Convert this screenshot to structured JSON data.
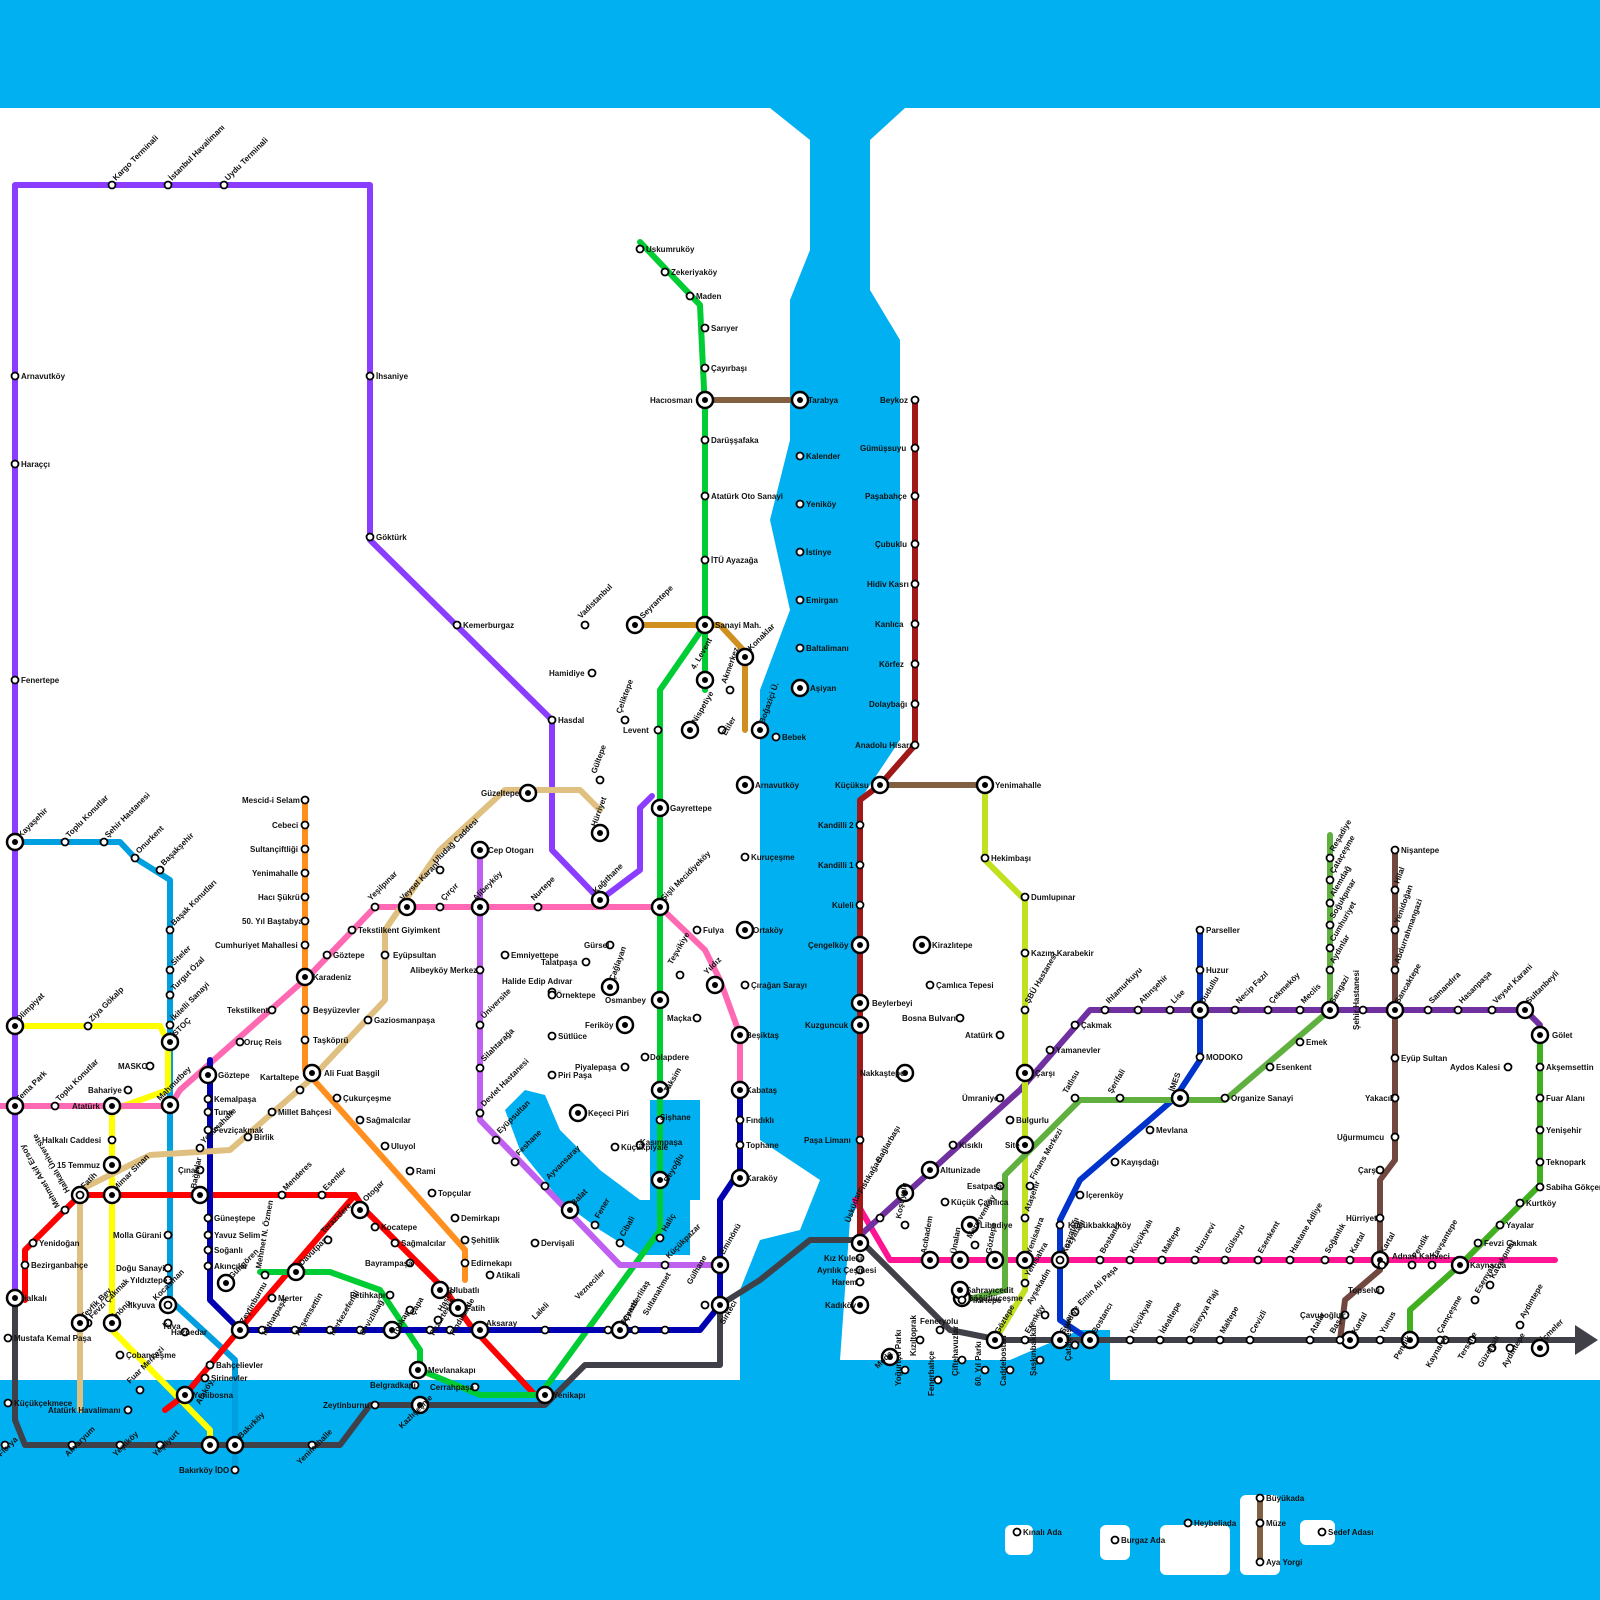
{
  "map": {
    "colors": {
      "water": "#00b0f0",
      "land": "#ffffff",
      "M1": "#ff0000",
      "M2": "#00cc33",
      "M3": "#00a0e0",
      "M4": "#ff1493",
      "M5": "#7030a0",
      "M6": "#a06020",
      "M7": "#ff69b4",
      "M8": "#0033cc",
      "M9": "#ffff00",
      "M11": "#8b3dff",
      "Marmaray": "#404048",
      "T1": "#0000b0",
      "T4": "#c060f0",
      "T5": "#e0c080",
      "F1": "#806040",
      "B1": "#a01818",
      "B2": "#c0e020",
      "G1": "#60b040",
      "O1": "#ff9020",
      "K": "#d09020",
      "T3": "#00ffff"
    },
    "stations": {
      "st000": "Kargo Terminali",
      "st001": "İstanbul Havalimanı",
      "st002": "Uydu Terminali",
      "st003": "Arnavutköy",
      "st004": "Haraççı",
      "st005": "Fenertepe",
      "st006": "Kayaşehir",
      "st007": "Toplu Konutlar",
      "st008": "Şehir Hastanesi",
      "st009": "Onurkent",
      "st010": "Başakşehir",
      "st011": "Başak Konutları",
      "st012": "Siteler",
      "st013": "Turgut Özal",
      "st014": "İkitelli Sanayi",
      "st015": "İSTOÇ",
      "st016": "MASKO",
      "st017": "Olimpiyat",
      "st018": "Ziya Gökalp",
      "st019": "Tema Park",
      "st020": "Toplu Konutlar",
      "st021": "Atatürk",
      "st022": "Bahariye",
      "st023": "Halkalı Caddesi",
      "st024": "15 Temmuz",
      "st025": "Mimar Sinan",
      "st026": "Mahmutbey",
      "st027": "Yenimahalle",
      "st028": "İhsaniye",
      "st029": "Göktürk",
      "st030": "Kemerburgaz",
      "st031": "Hasdal",
      "st032": "Halkalı Üniversite",
      "st033": "Fatih",
      "st034": "Mehmet Akif Ersoy",
      "st035": "Yenidoğan",
      "st036": "Bezirganbahçe",
      "st037": "Halkalı",
      "st038": "Mustafa Kemal Paşa",
      "st039": "Fevzi Çakmak",
      "st040": "Tevfik Bey",
      "st041": "İnönü",
      "st042": "Küçükçekmece",
      "st043": "Florya",
      "st044": "Akvaryum",
      "st045": "Yeşilköy",
      "st046": "Yeşilyurt",
      "st047": "Ataköy",
      "st048": "Bakırköy",
      "st049": "Bakırköy İDO",
      "st050": "Yenimahalle",
      "st051": "Zeytinburnu",
      "st052": "Kazlıçeşme",
      "st053": "Mescid-i Selam",
      "st054": "Cebeci",
      "st055": "Sultançiftliği",
      "st056": "Yenimahalle",
      "st057": "Hacı Şükrü",
      "st058": "50. Yıl Baştabya",
      "st059": "Cumhuriyet Mahallesi",
      "st060": "Karadeniz",
      "st061": "Tekstilkent",
      "st062": "Beşyüzevler",
      "st063": "Taşköprü",
      "st064": "Ali Fuat Başgil",
      "st065": "Çukurçeşme",
      "st066": "Sağmalcılar",
      "st067": "Uluyol",
      "st068": "Rami",
      "st069": "Topçular",
      "st070": "Demirkapı",
      "st071": "Şehitlik",
      "st072": "Edirnekapı",
      "st073": "Ulubatlı",
      "st074": "Göztepe",
      "st075": "Kemalpaşa",
      "st076": "Tuna",
      "st077": "Fevziçakmak",
      "st078": "Çınar",
      "st079": "Oruç Reis",
      "st080": "Millet Bahçesi",
      "st081": "Kartaltepe",
      "st082": "Birlik",
      "st083": "Menderes",
      "st084": "Esenler",
      "st085": "Otogar",
      "st086": "Kocatepe",
      "st087": "Sağmalcılar",
      "st088": "Bayrampaşa",
      "st089": "Güneştepe",
      "st090": "Yavuz Selim",
      "st091": "Soğanlı",
      "st092": "Akıncılar",
      "st093": "Güngören",
      "st094": "Merter",
      "st095": "Davutpaşa",
      "st096": "Mehmet N. Özmen",
      "st097": "Terazidere",
      "st098": "Bağcılar",
      "st099": "Molla Gürani",
      "st100": "Doğu Sanayi",
      "st101": "Yıldıztepe",
      "st102": "Kocasinan",
      "st103": "Yuva",
      "st104": "Haznedar",
      "st105": "İlkyuva",
      "st106": "Çobançeşme",
      "st107": "Bahçelievler",
      "st108": "Şirinevler",
      "st109": "Yenibosna",
      "st110": "Fuar Merkezi",
      "st111": "Atatürk Havalimanı",
      "st112": "Zeytinburnu",
      "st113": "Mithatpaşa",
      "st114": "Akşemsettin",
      "st115": "Merkezefendi",
      "st116": "Cevizlibağ",
      "st117": "Topkapı",
      "st118": "Pazartekke",
      "st119": "Fetihkapı",
      "st120": "Çapa",
      "st121": "Fındıkzade",
      "st122": "Haseki",
      "st123": "Aksaray",
      "st124": "Laleli",
      "st125": "Beyazıt",
      "st126": "Vezneciler",
      "st127": "Çemberlitaş",
      "st128": "Sultanahmet",
      "st129": "Gülhane",
      "st130": "Sirkeci",
      "st131": "Eminönü",
      "st132": "Mevlanakapı",
      "st133": "Cerrahpaşa",
      "st134": "Belgradkapı",
      "st135": "Yenikapı",
      "st136": "Fatih",
      "st137": "Atikali",
      "st138": "Dervişali",
      "st139": "Balat",
      "st140": "Fener",
      "st141": "Cibali",
      "st142": "Küçükpazar",
      "st143": "Ayvansaray",
      "st144": "Feshane",
      "st145": "Eyüpsultan",
      "st146": "Devlet Hastanesi",
      "st147": "Silahtarağa",
      "st148": "Üniversite",
      "st149": "Alibeyköy Merkez",
      "st150": "Alibeyköy",
      "st151": "Çırçır",
      "st152": "Veysel Karani",
      "st153": "Yeşilpınar",
      "st154": "Tekstilkent Giyimkent",
      "st155": "Göztepe",
      "st156": "Eyüpsultan",
      "st157": "Gaziosmanpaşa",
      "st158": "Uludağ Caddesi",
      "st159": "Cep Otogarı",
      "st160": "Güzeltepe",
      "st161": "Nurtepe",
      "st162": "Kağıthane",
      "st163": "Hürriyet",
      "st164": "Gültepe",
      "st165": "Çeliktepe",
      "st166": "Hamidiye",
      "st167": "Vadistanbul",
      "st168": "Seyrantepe",
      "st169": "Sanayi Mah.",
      "st170": "4. Levent",
      "st171": "Levent",
      "st172": "Nispetiye",
      "st173": "Etiler",
      "st174": "Boğaziçi Ü.",
      "st175": "Konaklar",
      "st176": "Akmerkez",
      "st177": "Gayrettepe",
      "st178": "Şişli Mecidiyeköy",
      "st179": "Fulya",
      "st180": "Yıldız",
      "st181": "Teşvikiye",
      "st182": "Osmanbey",
      "st183": "Maçka",
      "st184": "Beşiktaş",
      "st185": "Kabataş",
      "st186": "Fındıklı",
      "st187": "Tophane",
      "st188": "Karaköy",
      "st189": "Taksim",
      "st190": "Dolapdere",
      "st191": "Beyoğlu",
      "st192": "Haliç",
      "st193": "Şişhane",
      "st194": "Kasımpaşa",
      "st195": "Piyalepaşa",
      "st196": "Keçeci Piri",
      "st197": "Küçükpiyale",
      "st198": "Piri Paşa",
      "st199": "Sütlüce",
      "st200": "Halide Edip Adıvar",
      "st201": "Örnektepe",
      "st202": "Emniyettepe",
      "st203": "Talatpaşa",
      "st204": "Gürsel",
      "st205": "Çağlayan",
      "st206": "Feriköy",
      "st207": "Uskumruköy",
      "st208": "Zekeriyaköy",
      "st209": "Maden",
      "st210": "Sarıyer",
      "st211": "Çayırbaşı",
      "st212": "Hacıosman",
      "st213": "Darüşşafaka",
      "st214": "Atatürk Oto Sanayi",
      "st215": "İTÜ Ayazağa",
      "st216": "Tarabya",
      "st217": "Kalender",
      "st218": "Yeniköy",
      "st219": "İstinye",
      "st220": "Emirgan",
      "st221": "Baltalimanı",
      "st222": "Aşiyan",
      "st223": "Bebek",
      "st224": "Arnavutköy",
      "st225": "Kuruçeşme",
      "st226": "Ortaköy",
      "st227": "Çırağan Sarayı",
      "st228": "Beykoz",
      "st229": "Gümüşsuyu",
      "st230": "Paşabahçe",
      "st231": "Çubuklu",
      "st232": "Hidiv Kasrı",
      "st233": "Kanlıca",
      "st234": "Körfez",
      "st235": "Dolaybağı",
      "st236": "Anadolu Hisarı",
      "st237": "Küçüksu",
      "st238": "Kandilli 2",
      "st239": "Kandilli 1",
      "st240": "Kuleli",
      "st241": "Çengelköy",
      "st242": "Beylerbeyi",
      "st243": "Kuzguncuk",
      "st244": "Nakkaştepe",
      "st245": "Paşa Limanı",
      "st246": "Bağlarbaşı",
      "st247": "Fıstıkağacı",
      "st248": "Üsküdar",
      "st249": "Kız Kulesi",
      "st250": "Ayrılık Çeşmesi",
      "st251": "Harem",
      "st252": "Kadıköy",
      "st253": "Moda",
      "st254": "Söğütlüçeşme",
      "st255": "Yenimahalle",
      "st256": "Hekimbaşı",
      "st257": "Dumlupınar",
      "st258": "Kazım Karabekir",
      "st259": "ŞBÜ Hastanesi",
      "st260": "Atatürk",
      "st261": "Kirazlıtepe",
      "st262": "Çamlıca Tepesi",
      "st263": "Bosna Bulvarı",
      "st264": "Çarşı",
      "st265": "Yamanevler",
      "st266": "Ümraniye",
      "st267": "Bulgurlu",
      "st268": "Kısıklı",
      "st269": "Altunizade",
      "st270": "Küçük Çamlıca",
      "st271": "Libadiye",
      "st272": "Esatpaşa",
      "st273": "Site",
      "st274": "Finans Merkezi",
      "st275": "Ataşehir",
      "st276": "Yenisahra",
      "st277": "Kozyatağı",
      "st278": "Küçükbakkalköy",
      "st279": "İçerenköy",
      "st280": "Kayışdağı",
      "st281": "Mevlana",
      "st282": "İMES",
      "st283": "MODOKO",
      "st284": "Dudullu",
      "st285": "Huzur",
      "st286": "Parseller",
      "st287": "Organize Sanayi",
      "st288": "Şerifali",
      "st289": "Tatlısu",
      "st290": "Çakmak",
      "st291": "Ihlamurkuyu",
      "st292": "Altınşehir",
      "st293": "Lise",
      "st294": "Necip Fazıl",
      "st295": "Çekmeköy",
      "st296": "Meclis",
      "st297": "Sarıgazi",
      "st298": "Sancaktepe",
      "st299": "Samandıra",
      "st300": "Veysel Karani",
      "st301": "Hasanpaşa",
      "st302": "Sultanbeyli",
      "st303": "Gölet",
      "st304": "Akşemsettin",
      "st305": "Fuar Alanı",
      "st306": "Yenişehir",
      "st307": "Teknopark",
      "st308": "Sabiha Gökçen",
      "st309": "Kurtköy",
      "st310": "Yayalar",
      "st311": "Fevzi Çakmak",
      "st312": "Kaynarca",
      "st313": "Esenyalı",
      "st314": "Kavakpınar",
      "st315": "Aydıntepe",
      "st316": "İçmeler",
      "st317": "Reşadiye",
      "st318": "Çataçeşme",
      "st319": "Alemdağ",
      "st320": "Soğukpınar",
      "st321": "Cumhuriyet",
      "st322": "Aydınlar",
      "st323": "Emek",
      "st324": "Esenkent",
      "st325": "Nişantepe",
      "st326": "Hilal",
      "st327": "Yenidoğan",
      "st328": "Abdurrahmangazi",
      "st329": "Eyüp Sultan",
      "st330": "Yakacık",
      "st331": "Uğurmumcu",
      "st332": "Çarşı",
      "st333": "Hürriyet",
      "st334": "Şehir Hastanesi",
      "st335": "Aydos Kalesi",
      "st336": "Topselvi",
      "st337": "Çavuşoğlu",
      "st338": "Kartal",
      "st339": "Adnan Kahveci",
      "st340": "Pendik",
      "st341": "Tavşantepe",
      "st342": "Çamçeşme",
      "st343": "Yunus",
      "st344": "Pendik",
      "st345": "Kaynarca",
      "st346": "Tersane",
      "st347": "Güzelyalı",
      "st348": "Aydıntepe",
      "st349": "Kartal",
      "st350": "Başak",
      "st351": "Atalar",
      "st352": "Cevizli",
      "st353": "Maltepe",
      "st354": "Süreyya Plajı",
      "st355": "İdealtepe",
      "st356": "Küçükyalı",
      "st357": "Bostancı",
      "st358": "Emin Ali Paşa",
      "st359": "Ayşekadın",
      "st360": "Kozyatağı",
      "st361": "Bostancı",
      "st362": "Küçükyalı",
      "st363": "Maltepe",
      "st364": "Huzurevi",
      "st365": "Gülsuyu",
      "st366": "Esenkent",
      "st367": "Hastane Adliye",
      "st368": "Soğanlık",
      "st369": "Kartal",
      "st370": "Acıbadem",
      "st371": "Ünalan",
      "st372": "Göztepe",
      "st373": "Yenisahra",
      "st374": "Merdivenköy",
      "st375": "Sahrayıcedit",
      "st376": "Fikirtepe",
      "st377": "Koşuyolu",
      "st378": "Feneryolu",
      "st379": "Göztepe",
      "st380": "Erenköy",
      "st381": "Suadiye",
      "st382": "Çatalçeşme",
      "st383": "Şaşkınbakkal",
      "st384": "Caddebostan",
      "st385": "60. Yıl Parkı",
      "st386": "Çiftehavuzlar",
      "st387": "Fenerbahçe",
      "st388": "Kızıltoprak",
      "st389": "Yoğurtçu Parkı",
      "st390": "Kınalı Ada",
      "st391": "Burgaz Ada",
      "st392": "Heybeliada",
      "st393": "Büyükada",
      "st394": "Müze",
      "st395": "Aya Yorgi",
      "st396": "Sedef Adası"
    }
  }
}
